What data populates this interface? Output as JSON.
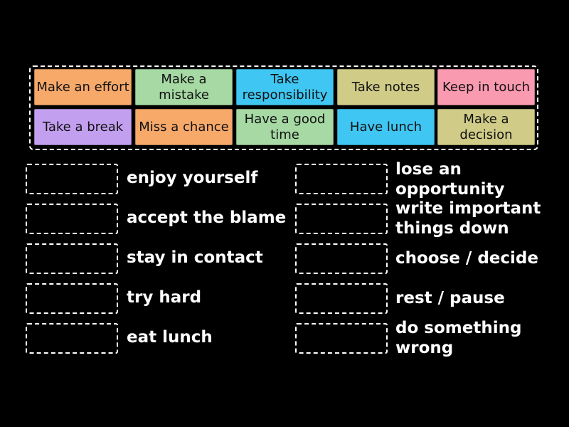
{
  "tiles": [
    {
      "label": "Make an effort",
      "color": "#f7a96a"
    },
    {
      "label": "Make a mistake",
      "color": "#a6d9a3"
    },
    {
      "label": "Take responsibility",
      "color": "#3fc6f2"
    },
    {
      "label": "Take notes",
      "color": "#d0cc88"
    },
    {
      "label": "Keep in touch",
      "color": "#f99ab0"
    },
    {
      "label": "Take a break",
      "color": "#c39ff0"
    },
    {
      "label": "Miss a chance",
      "color": "#f7a96a"
    },
    {
      "label": "Have a good time",
      "color": "#a6d9a3"
    },
    {
      "label": "Have lunch",
      "color": "#3fc6f2"
    },
    {
      "label": "Make a decision",
      "color": "#d0cc88"
    }
  ],
  "definitions_left": [
    "enjoy yourself",
    "accept the blame",
    "stay in contact",
    "try hard",
    "eat lunch"
  ],
  "definitions_right": [
    "lose an opportunity",
    "write important things down",
    "choose / decide",
    "rest / pause",
    "do something wrong"
  ]
}
